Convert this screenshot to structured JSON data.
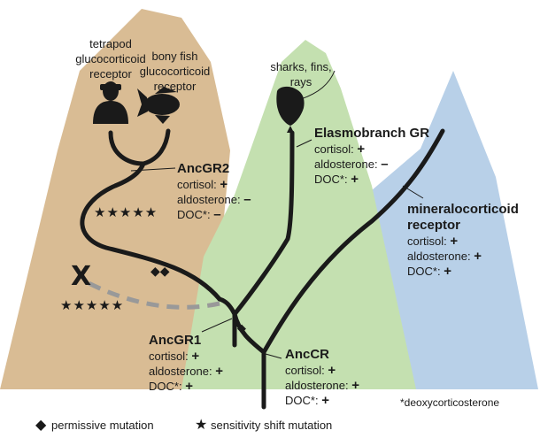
{
  "colors": {
    "tan": "#d9bc94",
    "green": "#c4e0b0",
    "blue": "#b8d0e8",
    "branch": "#1a1a1a",
    "lost": "#999999"
  },
  "labels": {
    "tetrapod": [
      "tetrapod",
      "glucocorticoid",
      "receptor"
    ],
    "bonyfish": [
      "bony fish",
      "glucocorticoid",
      "receptor"
    ],
    "sharks": [
      "sharks, fins,",
      "rays"
    ],
    "deoxy": "*deoxycorticosterone"
  },
  "nodes": {
    "elasmo": {
      "name": "Elasmobranch GR",
      "rows": [
        {
          "label": "cortisol:",
          "sign": "+"
        },
        {
          "label": "aldosterone:",
          "sign": "–"
        },
        {
          "label": "DOC*:",
          "sign": "+"
        }
      ]
    },
    "ancgr2": {
      "name": "AncGR2",
      "rows": [
        {
          "label": "cortisol:",
          "sign": "+"
        },
        {
          "label": "aldosterone:",
          "sign": "–"
        },
        {
          "label": "DOC*:",
          "sign": "–"
        }
      ]
    },
    "mr": {
      "name": [
        "mineralocorticoid",
        "receptor"
      ],
      "rows": [
        {
          "label": "cortisol:",
          "sign": "+"
        },
        {
          "label": "aldosterone:",
          "sign": "+"
        },
        {
          "label": "DOC*:",
          "sign": "+"
        }
      ]
    },
    "ancgr1": {
      "name": "AncGR1",
      "rows": [
        {
          "label": "cortisol:",
          "sign": "+"
        },
        {
          "label": "aldosterone:",
          "sign": "+"
        },
        {
          "label": "DOC*:",
          "sign": "+"
        }
      ]
    },
    "anccr": {
      "name": "AncCR",
      "rows": [
        {
          "label": "cortisol:",
          "sign": "+"
        },
        {
          "label": "aldosterone:",
          "sign": "+"
        },
        {
          "label": "DOC*:",
          "sign": "+"
        }
      ]
    }
  },
  "mutations": {
    "stars1": "★★★★★",
    "stars2": "★★★★★",
    "diamonds": "◆◆",
    "diamond1": "◆",
    "lost": "X"
  },
  "legend": [
    {
      "symbol": "◆",
      "label": "permissive mutation"
    },
    {
      "symbol": "★",
      "label": "sensitivity shift mutation"
    }
  ]
}
